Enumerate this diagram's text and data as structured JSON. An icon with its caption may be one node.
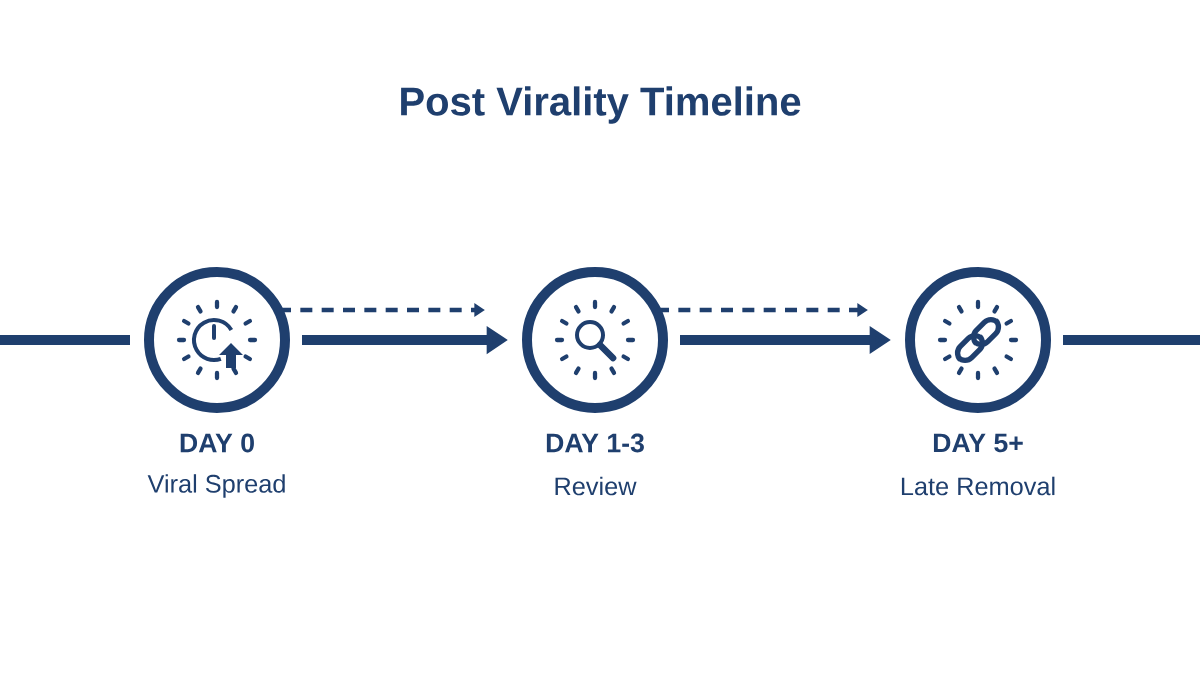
{
  "diagram": {
    "title": "Post Virality Timeline",
    "nodes": [
      {
        "text": [
          "DAY 0",
          "Viral Spread"
        ]
      },
      {
        "text": [
          "DAY 1-3",
          "Review"
        ]
      },
      {
        "text": [
          "DAY 5+",
          "Late Removal"
        ]
      }
    ],
    "edges": [
      {
        "from": null,
        "to": 0,
        "arrow": "none"
      },
      {
        "from": 0,
        "to": 1,
        "arrow": "to",
        "style": "dashed"
      },
      {
        "from": 0,
        "to": 1,
        "arrow": "to"
      },
      {
        "from": 1,
        "to": 2,
        "arrow": "to",
        "style": "dashed"
      },
      {
        "from": 1,
        "to": 2,
        "arrow": "to"
      },
      {
        "from": 2,
        "to": null,
        "arrow": "none"
      }
    ]
  }
}
